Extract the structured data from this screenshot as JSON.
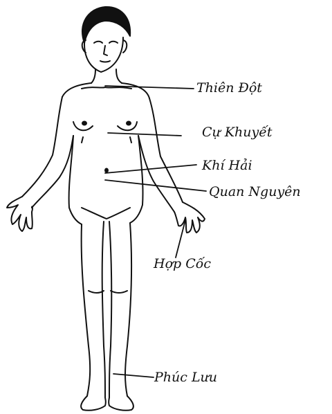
{
  "labels": [
    {
      "id": "thien-dot",
      "text": "Thiên Đột"
    },
    {
      "id": "cu-khuyet",
      "text": "Cự Khuyết"
    },
    {
      "id": "khi-hai",
      "text": "Khí Hải"
    },
    {
      "id": "quan-nguyen",
      "text": "Quan Nguyên"
    },
    {
      "id": "hop-coc",
      "text": "Hợp Cốc"
    },
    {
      "id": "phuc-luu",
      "text": "Phúc Lưu"
    }
  ],
  "colors": {
    "ink": "#111111",
    "background": "#ffffff"
  }
}
